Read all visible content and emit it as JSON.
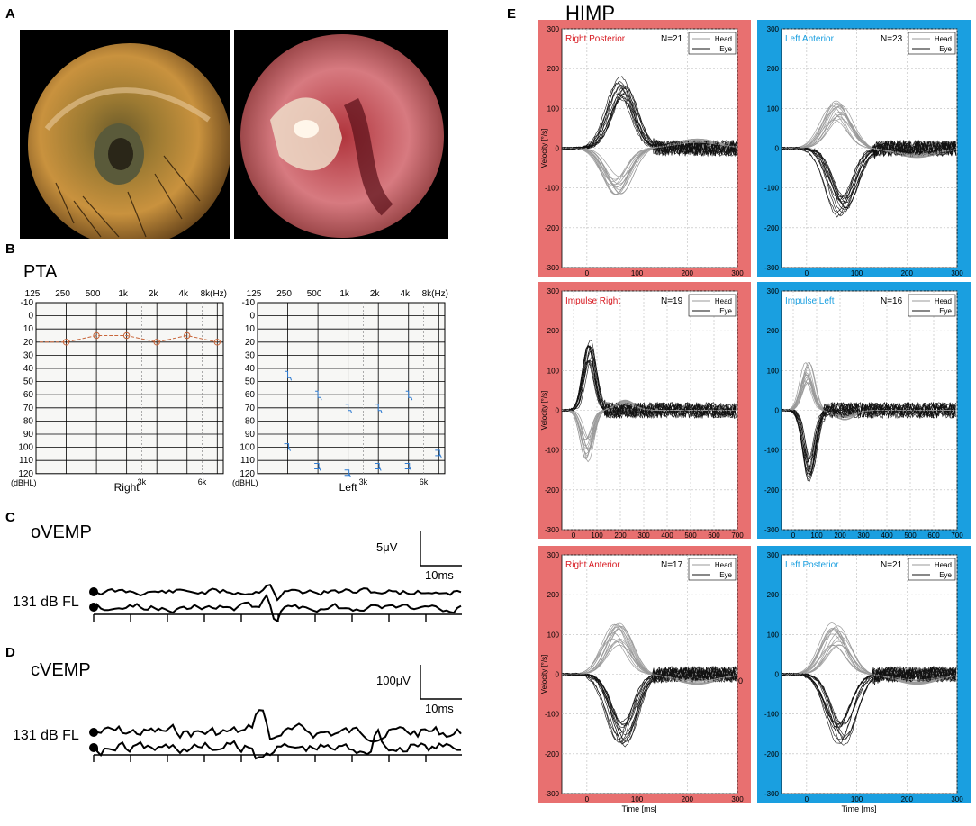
{
  "panels": {
    "A": {
      "letter": "A"
    },
    "B": {
      "letter": "B",
      "title": "PTA",
      "freq_labels_top": [
        "125",
        "250",
        "500",
        "1k",
        "2k",
        "4k",
        "8k(Hz)"
      ],
      "freq_labels_bottom": [
        "3k",
        "6k"
      ],
      "db_labels": [
        "-10",
        "0",
        "10",
        "20",
        "30",
        "40",
        "50",
        "60",
        "70",
        "80",
        "90",
        "100",
        "110",
        "120"
      ],
      "unit_label": "(dBHL)",
      "right_label": "Right",
      "left_label": "Left",
      "right_thresholds_db": [
        20,
        15,
        15,
        20,
        15,
        20
      ],
      "left_upper_db": [
        45,
        60,
        70,
        70,
        60
      ],
      "left_lower_db": [
        100,
        115,
        120,
        115,
        115,
        105
      ]
    },
    "C": {
      "letter": "C",
      "title": "oVEMP",
      "scale_amplitude": "5μV",
      "scale_time": "10ms",
      "stim_label": "131 dB FL"
    },
    "D": {
      "letter": "D",
      "title": "cVEMP",
      "scale_amplitude": "100μV",
      "scale_time": "10ms",
      "stim_label": "131 dB FL"
    },
    "E": {
      "letter": "E",
      "title": "HIMP",
      "y_axis_label": "Velocity [°/s]",
      "x_axis_label": "Time [ms]",
      "legend": [
        "Head",
        "Eye"
      ],
      "colors": {
        "right_bg": "#e87070",
        "left_bg": "#1a9fe0",
        "right_text": "#d71920",
        "left_text": "#1a9fe0"
      },
      "y_ticks": [
        "300",
        "200",
        "100",
        "0",
        "-100",
        "-200",
        "-300"
      ],
      "x_ticks_short": [
        "0",
        "100",
        "200",
        "300"
      ],
      "x_ticks_long": [
        "0",
        "100",
        "200",
        "300",
        "400",
        "500",
        "600",
        "700"
      ],
      "subplots": [
        {
          "name": "Right Posterior",
          "n": "N=21"
        },
        {
          "name": "Left Anterior",
          "n": "N=23"
        },
        {
          "name": "Impulse Right",
          "n": "N=19"
        },
        {
          "name": "Impulse Left",
          "n": "N=16"
        },
        {
          "name": "Right Anterior",
          "n": "N=17"
        },
        {
          "name": "Left Posterior",
          "n": "N=21"
        }
      ],
      "extra_zero_label": "0"
    }
  }
}
